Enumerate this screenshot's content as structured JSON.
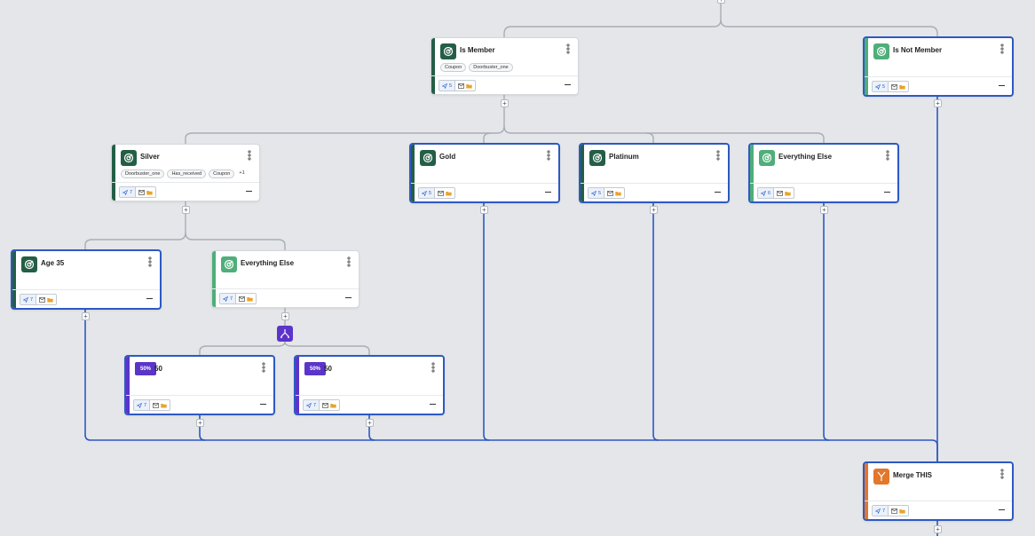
{
  "nodes": {
    "is_member": {
      "title": "Is Member",
      "tags": [
        "Coupon",
        "Doorbuster_one"
      ],
      "sends": "5"
    },
    "is_not_member": {
      "title": "Is Not Member",
      "tags": [],
      "sends": "5"
    },
    "silver": {
      "title": "Silver",
      "tags": [
        "Doorbuster_one",
        "Has_received",
        "Coupon"
      ],
      "more_tags": "+1",
      "sends": "7"
    },
    "gold": {
      "title": "Gold",
      "tags": [],
      "sends": "5"
    },
    "platinum": {
      "title": "Platinum",
      "tags": [],
      "sends": "5"
    },
    "everything_else_1": {
      "title": "Everything Else",
      "tags": [],
      "sends": "6"
    },
    "age_35": {
      "title": "Age 35",
      "tags": [],
      "sends": "7"
    },
    "everything_else_2": {
      "title": "Everything Else",
      "tags": [],
      "sends": "7"
    },
    "split_a": {
      "percent": "50%",
      "title": "50",
      "sends": "7"
    },
    "split_b": {
      "percent": "50%",
      "title": "50",
      "sends": "7"
    },
    "merge": {
      "title": "Merge THIS",
      "sends": "7"
    }
  },
  "add_step_symbol": "+",
  "colors": {
    "background": "#e4e6e9",
    "segment_dark": "#245e46",
    "segment_light": "#4fae79",
    "split": "#5b34c9",
    "merge": "#e3772b",
    "selected_border": "#2d59c4",
    "connector_gray": "#a9aeb5",
    "connector_blue": "#2d59c4",
    "folder": "#e8a42a"
  },
  "icons": {
    "segment": "target-icon",
    "split": "split-icon",
    "merge": "merge-icon",
    "sends": "send-icon",
    "message": "mail-icon",
    "folder": "folder-icon",
    "menu": "kebab-icon"
  }
}
